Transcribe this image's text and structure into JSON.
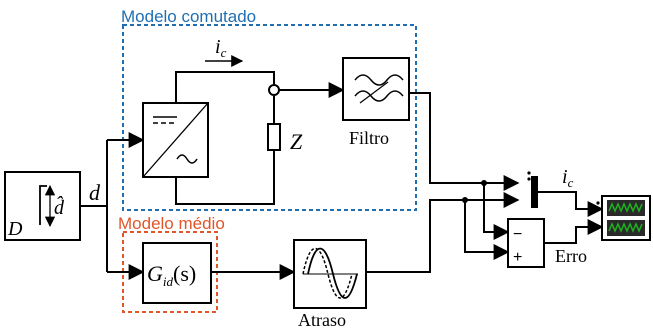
{
  "regions": {
    "switched": {
      "title": "Modelo comutado",
      "color": "#1f6fb2"
    },
    "average": {
      "title": "Modelo médio",
      "color": "#e0562a"
    }
  },
  "labels": {
    "step_source_D": "D",
    "step_source_d_hat": "d̂",
    "signal_d": "d",
    "current_ic_main": "i",
    "current_ic_main_sub": "c",
    "impedance": "Z",
    "filter": "Filtro",
    "transfer_G": "G",
    "transfer_G_sub": "id",
    "transfer_G_arg": "(s)",
    "delay": "Atraso",
    "current_ic_mux": "i",
    "current_ic_mux_sub": "c",
    "error": "Erro",
    "minus_sign": "−",
    "plus_sign": "+"
  },
  "colors": {
    "line": "#000000",
    "scope_wave": "#1db31d",
    "scope_bg": "#2a2a2a"
  }
}
